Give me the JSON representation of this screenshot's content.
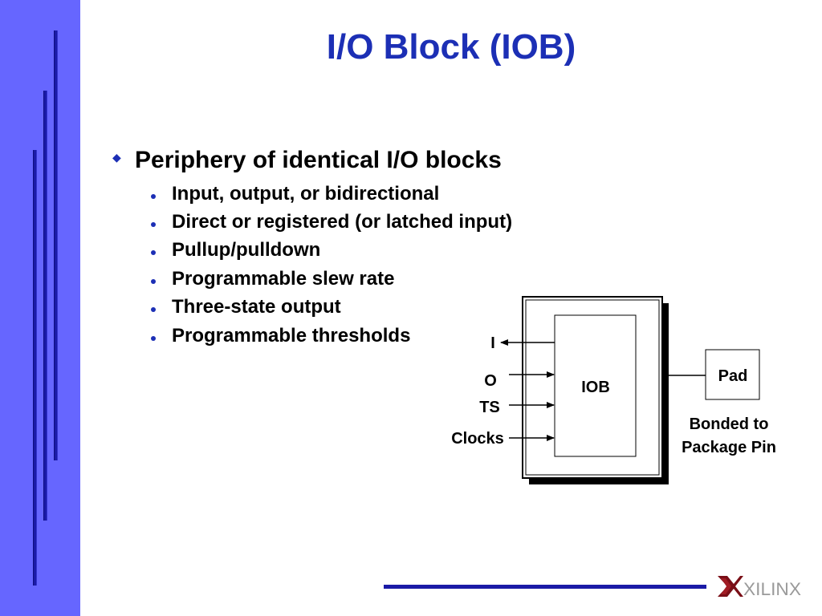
{
  "slide": {
    "title": "I/O Block (IOB)",
    "main_bullet": "Periphery of identical I/O blocks",
    "sub_bullets": [
      "Input, output, or bidirectional",
      "Direct or registered (or latched input)",
      "Pullup/pulldown",
      "Programmable slew rate",
      "Three-state output",
      "Programmable thresholds"
    ]
  },
  "diagram": {
    "block_label": "IOB",
    "signal_i": "I",
    "signal_o": "O",
    "signal_ts": "TS",
    "signal_clocks": "Clocks",
    "pad_label": "Pad",
    "pad_caption_line1": "Bonded to",
    "pad_caption_line2": "Package Pin"
  },
  "logo": {
    "text": "XILINX",
    "icon": "xilinx-logo-icon"
  },
  "colors": {
    "accent_blue": "#1c2fb5",
    "band_blue": "#6666ff",
    "bar_blue": "#1a1aa6"
  }
}
